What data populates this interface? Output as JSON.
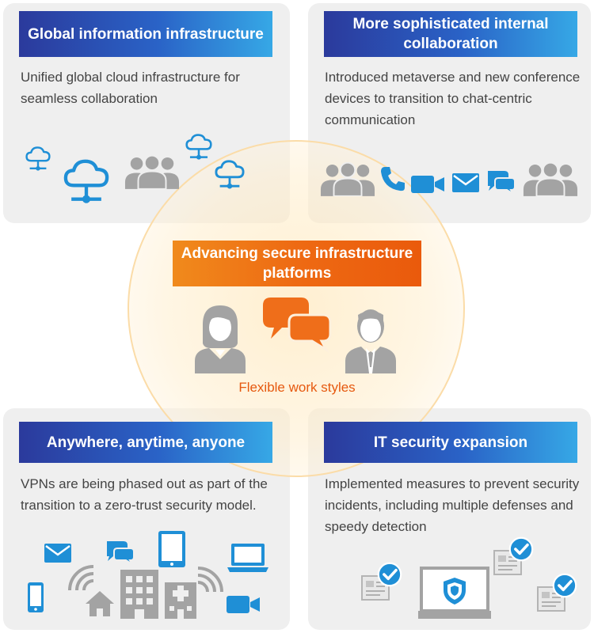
{
  "center": {
    "title": "Advancing secure infrastructure platforms",
    "subtitle": "Flexible work styles",
    "icons": [
      "businesswoman-icon",
      "chat-bubbles-icon",
      "businessman-icon"
    ]
  },
  "panels": {
    "top_left": {
      "title": "Global information infrastructure",
      "description": "Unified global cloud infrastructure for seamless collaboration",
      "icons": [
        "cloud-network-icon",
        "cloud-network-icon",
        "people-group-icon",
        "cloud-network-icon",
        "cloud-network-icon"
      ]
    },
    "top_right": {
      "title": "More sophisticated internal collaboration",
      "description": "Introduced metaverse and new conference devices to transition to chat-centric communication",
      "icons": [
        "people-group-icon",
        "phone-icon",
        "video-camera-icon",
        "mail-icon",
        "chat-icon",
        "people-group-icon"
      ]
    },
    "bottom_left": {
      "title": "Anywhere, anytime, anyone",
      "description": "VPNs are being phased out as part of the transition to a zero-trust security model.",
      "icons": [
        "mail-icon",
        "chat-icon",
        "tablet-icon",
        "laptop-icon",
        "smartphone-icon",
        "wifi-icon",
        "house-icon",
        "office-building-icon",
        "hospital-icon",
        "video-camera-icon"
      ]
    },
    "bottom_right": {
      "title": "IT security expansion",
      "description": "Implemented measures to prevent security incidents, including multiple defenses and speedy detection",
      "icons": [
        "checked-document-icon",
        "secure-monitor-icon",
        "checked-document-icon",
        "checked-document-icon"
      ]
    }
  },
  "colors": {
    "panel_bg": "#efefef",
    "title_gradient_start": "#2b3a9c",
    "title_gradient_end": "#36a8e6",
    "center_accent": "#ea5a0c",
    "icon_blue": "#1f8fd6",
    "icon_gray": "#a3a3a3"
  }
}
